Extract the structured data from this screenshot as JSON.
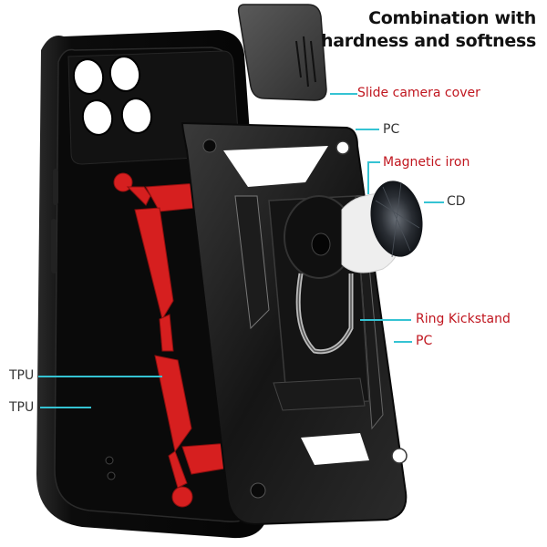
{
  "headline": {
    "line1": "Combination with",
    "line2": "hardness and softness"
  },
  "callouts": [
    {
      "id": "slide-camera-cover",
      "text": "Slide camera cover",
      "color": "#c0161f"
    },
    {
      "id": "pc-top",
      "text": "PC",
      "color": "#333333"
    },
    {
      "id": "magnetic-iron",
      "text": "Magnetic iron",
      "color": "#c0161f"
    },
    {
      "id": "cd",
      "text": "CD",
      "color": "#333333"
    },
    {
      "id": "ring-kickstand",
      "text": "Ring Kickstand",
      "color": "#c0161f"
    },
    {
      "id": "pc-bottom",
      "text": "PC",
      "color": "#c0161f"
    },
    {
      "id": "tpu-upper",
      "text": "TPU",
      "color": "#333333"
    },
    {
      "id": "tpu-lower",
      "text": "TPU",
      "color": "#333333"
    }
  ],
  "colors": {
    "leader_line": "#35c3d3",
    "case_black": "#111111",
    "accent_red": "#d61f1f",
    "label_red": "#c0161f"
  }
}
